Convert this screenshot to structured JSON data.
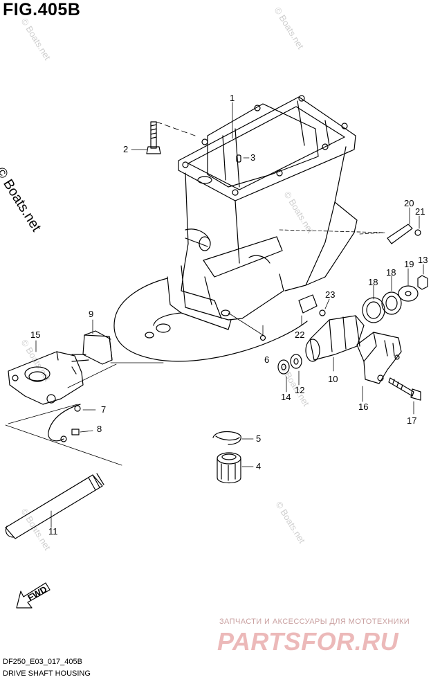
{
  "header": {
    "figure_title": "FIG.405B"
  },
  "watermarks": {
    "primary": "© Boats.net",
    "repeat": "© Boats.net"
  },
  "callouts": [
    "1",
    "2",
    "3",
    "4",
    "5",
    "6",
    "7",
    "8",
    "9",
    "10",
    "11",
    "12",
    "13",
    "14",
    "15",
    "16",
    "17",
    "18",
    "18",
    "19",
    "20",
    "21",
    "22",
    "23"
  ],
  "direction_arrow": {
    "label": "FWD"
  },
  "footer": {
    "diagram_code": "DF250_E03_017_405B",
    "diagram_name": "DRIVE SHAFT HOUSING"
  },
  "shop_banner": {
    "tagline": "ЗАПЧАСТИ И АКСЕССУАРЫ ДЛЯ МОТОТЕХНИКИ",
    "logo_text": "PARTSFOR.RU"
  },
  "colors": {
    "line": "#000000",
    "watermark": "#cfcfcf",
    "shop_logo": "#ecb9b9"
  }
}
